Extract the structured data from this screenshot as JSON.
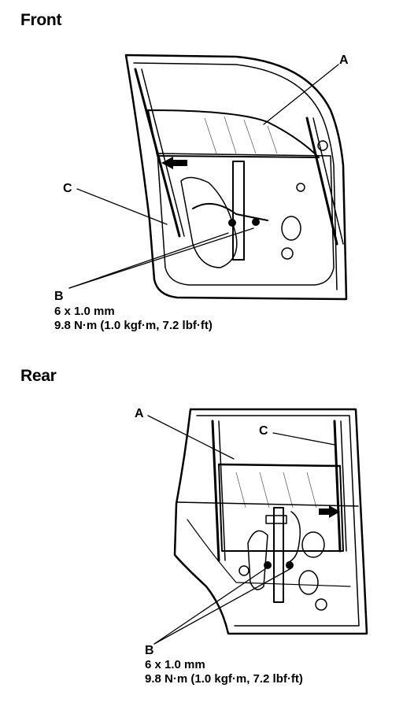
{
  "front": {
    "title": "Front",
    "label_a": "A",
    "label_b": "B",
    "label_c": "C",
    "spec_size": "6 x 1.0 mm",
    "spec_torque": "9.8 N·m (1.0 kgf·m, 7.2 lbf·ft)"
  },
  "rear": {
    "title": "Rear",
    "label_a": "A",
    "label_b": "B",
    "label_c": "C",
    "spec_size": "6 x 1.0 mm",
    "spec_torque": "9.8 N·m (1.0 kgf·m, 7.2 lbf·ft)"
  }
}
